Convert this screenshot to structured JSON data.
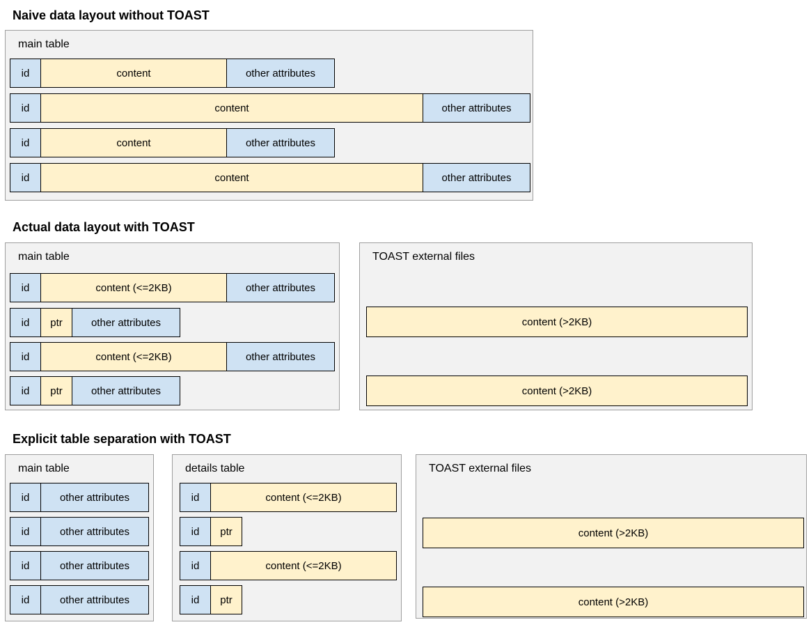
{
  "colors": {
    "blue_cell": "#cfe2f3",
    "yellow_cell": "#fff2cc",
    "box_fill": "#f2f2f2",
    "box_border": "#9e9e9e",
    "cell_border": "#000000",
    "text": "#000000",
    "background": "#ffffff"
  },
  "sections": [
    {
      "title": "Naive data layout without TOAST",
      "boxes": [
        {
          "label": "main table",
          "rows": [
            {
              "cells": [
                {
                  "text": "id"
                },
                {
                  "text": "content"
                },
                {
                  "text": "other attributes"
                }
              ]
            },
            {
              "cells": [
                {
                  "text": "id"
                },
                {
                  "text": "content"
                },
                {
                  "text": "other attributes"
                }
              ]
            },
            {
              "cells": [
                {
                  "text": "id"
                },
                {
                  "text": "content"
                },
                {
                  "text": "other attributes"
                }
              ]
            },
            {
              "cells": [
                {
                  "text": "id"
                },
                {
                  "text": "content"
                },
                {
                  "text": "other attributes"
                }
              ]
            }
          ]
        }
      ]
    },
    {
      "title": "Actual data layout with TOAST",
      "boxes": [
        {
          "label": "main table",
          "rows": [
            {
              "cells": [
                {
                  "text": "id"
                },
                {
                  "text": "content (<=2KB)"
                },
                {
                  "text": "other attributes"
                }
              ]
            },
            {
              "cells": [
                {
                  "text": "id"
                },
                {
                  "text": "ptr"
                },
                {
                  "text": "other attributes"
                }
              ]
            },
            {
              "cells": [
                {
                  "text": "id"
                },
                {
                  "text": "content (<=2KB)"
                },
                {
                  "text": "other attributes"
                }
              ]
            },
            {
              "cells": [
                {
                  "text": "id"
                },
                {
                  "text": "ptr"
                },
                {
                  "text": "other attributes"
                }
              ]
            }
          ]
        },
        {
          "label": "TOAST external files",
          "rows": [
            {
              "cells": [
                {
                  "text": "content (>2KB)"
                }
              ]
            },
            {
              "cells": [
                {
                  "text": "content (>2KB)"
                }
              ]
            }
          ]
        }
      ]
    },
    {
      "title": "Explicit table separation with TOAST",
      "boxes": [
        {
          "label": "main table",
          "rows": [
            {
              "cells": [
                {
                  "text": "id"
                },
                {
                  "text": "other attributes"
                }
              ]
            },
            {
              "cells": [
                {
                  "text": "id"
                },
                {
                  "text": "other attributes"
                }
              ]
            },
            {
              "cells": [
                {
                  "text": "id"
                },
                {
                  "text": "other attributes"
                }
              ]
            },
            {
              "cells": [
                {
                  "text": "id"
                },
                {
                  "text": "other attributes"
                }
              ]
            }
          ]
        },
        {
          "label": "details table",
          "rows": [
            {
              "cells": [
                {
                  "text": "id"
                },
                {
                  "text": "content (<=2KB)"
                }
              ]
            },
            {
              "cells": [
                {
                  "text": "id"
                },
                {
                  "text": "ptr"
                }
              ]
            },
            {
              "cells": [
                {
                  "text": "id"
                },
                {
                  "text": "content (<=2KB)"
                }
              ]
            },
            {
              "cells": [
                {
                  "text": "id"
                },
                {
                  "text": "ptr"
                }
              ]
            }
          ]
        },
        {
          "label": "TOAST external files",
          "rows": [
            {
              "cells": [
                {
                  "text": "content (>2KB)"
                }
              ]
            },
            {
              "cells": [
                {
                  "text": "content (>2KB)"
                }
              ]
            }
          ]
        }
      ]
    }
  ]
}
